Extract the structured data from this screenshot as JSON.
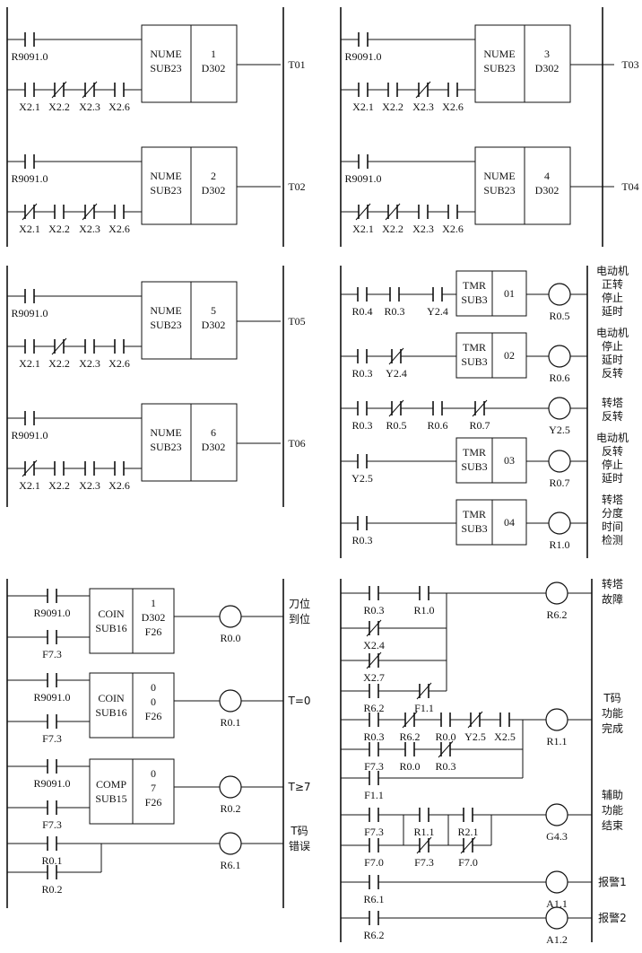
{
  "blocks": [
    {
      "id": "t01",
      "input": "R9091.0",
      "contacts": [
        [
          "X2.1",
          "no"
        ],
        [
          "X2.2",
          "nc"
        ],
        [
          "X2.3",
          "nc"
        ],
        [
          "X2.6",
          "no"
        ]
      ],
      "func": [
        "NUME",
        "SUB23"
      ],
      "param": [
        "1",
        "D302"
      ],
      "output": "T01"
    },
    {
      "id": "t02",
      "input": "R9091.0",
      "contacts": [
        [
          "X2.1",
          "nc"
        ],
        [
          "X2.2",
          "no"
        ],
        [
          "X2.3",
          "nc"
        ],
        [
          "X2.6",
          "no"
        ]
      ],
      "func": [
        "NUME",
        "SUB23"
      ],
      "param": [
        "2",
        "D302"
      ],
      "output": "T02"
    },
    {
      "id": "t03",
      "input": "R9091.0",
      "contacts": [
        [
          "X2.1",
          "no"
        ],
        [
          "X2.2",
          "no"
        ],
        [
          "X2.3",
          "nc"
        ],
        [
          "X2.6",
          "no"
        ]
      ],
      "func": [
        "NUME",
        "SUB23"
      ],
      "param": [
        "3",
        "D302"
      ],
      "output": "T03"
    },
    {
      "id": "t04",
      "input": "R9091.0",
      "contacts": [
        [
          "X2.1",
          "nc"
        ],
        [
          "X2.2",
          "nc"
        ],
        [
          "X2.3",
          "no"
        ],
        [
          "X2.6",
          "no"
        ]
      ],
      "func": [
        "NUME",
        "SUB23"
      ],
      "param": [
        "4",
        "D302"
      ],
      "output": "T04"
    },
    {
      "id": "t05",
      "input": "R9091.0",
      "contacts": [
        [
          "X2.1",
          "no"
        ],
        [
          "X2.2",
          "nc"
        ],
        [
          "X2.3",
          "no"
        ],
        [
          "X2.6",
          "no"
        ]
      ],
      "func": [
        "NUME",
        "SUB23"
      ],
      "param": [
        "5",
        "D302"
      ],
      "output": "T05"
    },
    {
      "id": "t06",
      "input": "R9091.0",
      "contacts": [
        [
          "X2.1",
          "nc"
        ],
        [
          "X2.2",
          "no"
        ],
        [
          "X2.3",
          "no"
        ],
        [
          "X2.6",
          "no"
        ]
      ],
      "func": [
        "NUME",
        "SUB23"
      ],
      "param": [
        "6",
        "D302"
      ],
      "output": "T06"
    }
  ],
  "timers": [
    {
      "id": "tmr1",
      "contacts": [
        [
          "R0.4",
          "no"
        ],
        [
          "R0.3",
          "no"
        ],
        [
          "Y2.4",
          "no"
        ]
      ],
      "func": [
        "TMR",
        "SUB3"
      ],
      "num": "01",
      "coil": "R0.5",
      "note": [
        "电动机",
        "正转",
        "停止",
        "延时"
      ]
    },
    {
      "id": "tmr2",
      "contacts": [
        [
          "R0.3",
          "no"
        ],
        [
          "Y2.4",
          "nc"
        ]
      ],
      "func": [
        "TMR",
        "SUB3"
      ],
      "num": "02",
      "coil": "R0.6",
      "note": [
        "电动机",
        "停止",
        "延时",
        "反转"
      ]
    },
    {
      "id": "rev",
      "contacts": [
        [
          "R0.3",
          "no"
        ],
        [
          "R0.5",
          "nc"
        ],
        [
          "R0.6",
          "no"
        ],
        [
          "R0.7",
          "nc"
        ]
      ],
      "coil": "Y2.5",
      "note": [
        "转塔",
        "反转"
      ]
    },
    {
      "id": "tmr3",
      "contacts": [
        [
          "Y2.5",
          "no"
        ]
      ],
      "func": [
        "TMR",
        "SUB3"
      ],
      "num": "03",
      "coil": "R0.7",
      "note": [
        "电动机",
        "反转",
        "停止",
        "延时"
      ]
    },
    {
      "id": "tmr4",
      "contacts": [
        [
          "R0.3",
          "no"
        ]
      ],
      "func": [
        "TMR",
        "SUB3"
      ],
      "num": "04",
      "coil": "R1.0",
      "note": [
        "转塔",
        "分度",
        "时间",
        "检测"
      ]
    }
  ],
  "compare": [
    {
      "id": "coin1",
      "in_top": "R9091.0",
      "in_bot": "F7.3",
      "func": [
        "COIN",
        "SUB16"
      ],
      "param": [
        "1",
        "D302",
        "F26"
      ],
      "coil": "R0.0",
      "note": [
        "刀位",
        "到位"
      ]
    },
    {
      "id": "coin0",
      "in_top": "R9091.0",
      "in_bot": "F7.3",
      "func": [
        "COIN",
        "SUB16"
      ],
      "param": [
        "0",
        "0",
        "F26"
      ],
      "coil": "R0.1",
      "note": [
        "T=0"
      ]
    },
    {
      "id": "comp7",
      "in_top": "R9091.0",
      "in_bot": "F7.3",
      "func": [
        "COMP",
        "SUB15"
      ],
      "param": [
        "0",
        "7",
        "F26"
      ],
      "coil": "R0.2",
      "note": [
        "T≥7"
      ]
    }
  ],
  "terr": {
    "c1": "R0.1",
    "c2": "R0.2",
    "coil": "R6.1",
    "note": [
      "T码",
      "错误"
    ]
  },
  "fault": {
    "c1": "R0.3",
    "c2": "R1.0",
    "p1": "X2.4",
    "p2": "X2.7",
    "p3a": "R6.2",
    "p3b": "F1.1",
    "coil": "R6.2",
    "note": [
      "转塔",
      "故障"
    ]
  },
  "tdone": {
    "row1": [
      [
        "R0.3",
        "no"
      ],
      [
        "R6.2",
        "nc"
      ],
      [
        "R0.0",
        "no"
      ],
      [
        "Y2.5",
        "nc"
      ],
      [
        "X2.5",
        "no"
      ]
    ],
    "row2": [
      [
        "F7.3",
        "no"
      ],
      [
        "R0.0",
        "no"
      ],
      [
        "R0.3",
        "nc"
      ]
    ],
    "row3": [
      [
        "F1.1",
        "no"
      ]
    ],
    "coil": "R1.1",
    "note": [
      "T码",
      "功能",
      "完成"
    ]
  },
  "aux": {
    "a1": "F7.3",
    "a2": "F7.0",
    "b1": "R1.1",
    "b2": "F7.3",
    "c1": "R2.1",
    "c2": "F7.0",
    "coil": "G4.3",
    "note": [
      "辅助",
      "功能",
      "结束"
    ]
  },
  "alarm1": {
    "c": "R6.1",
    "coil": "A1.1",
    "note": [
      "报警1"
    ]
  },
  "alarm2": {
    "c": "R6.2",
    "coil": "A1.2",
    "note": [
      "报警2"
    ]
  }
}
